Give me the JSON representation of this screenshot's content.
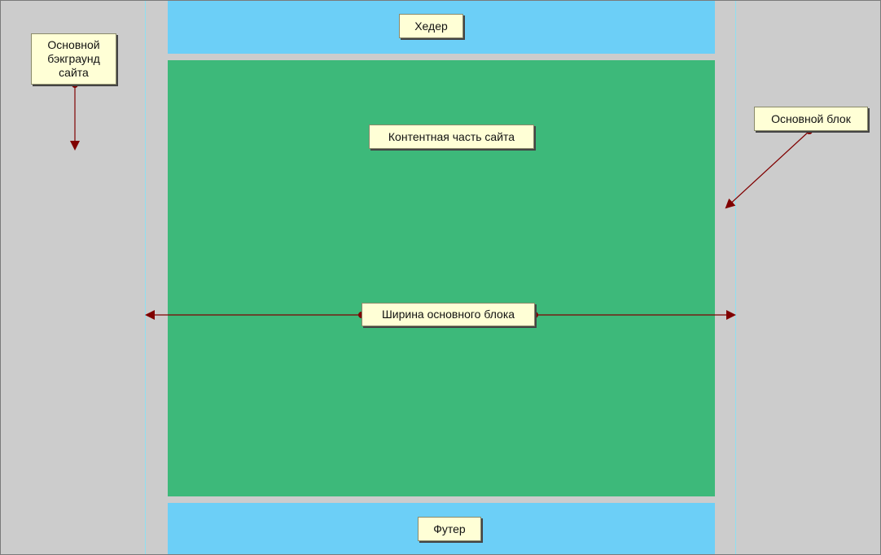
{
  "colors": {
    "background": "#cccccc",
    "header_footer": "#6ccff7",
    "content": "#3db97a",
    "note_fill": "#ffffd6",
    "connector": "#800000",
    "guide": "#8fe0f0"
  },
  "labels": {
    "header": "Хедер",
    "content": "Контентная часть сайта",
    "width": "Ширина основного блока",
    "footer": "Футер",
    "background": "Основной бэкграунд сайта",
    "main_block": "Основной блок"
  }
}
